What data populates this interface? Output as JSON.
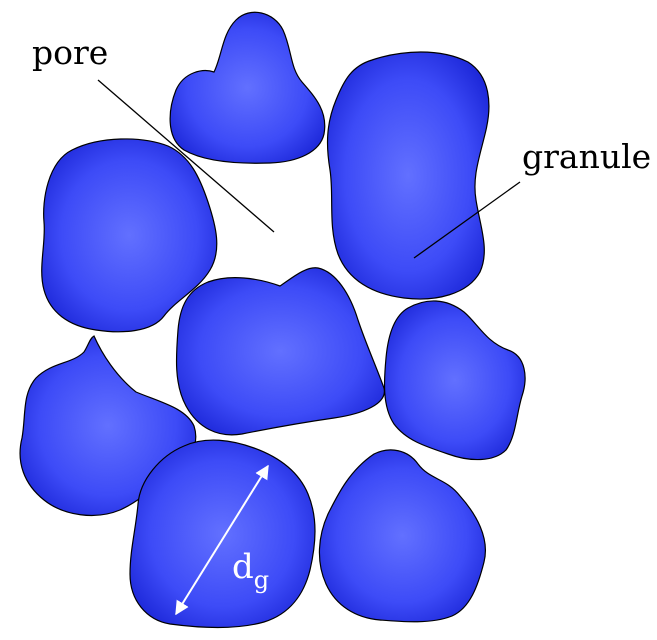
{
  "labels": {
    "pore": "pore",
    "granule": "granule",
    "dg_main": "d",
    "dg_sub": "g"
  },
  "colors": {
    "granule_fill_center": "#5a68ff",
    "granule_fill_edge": "#1f2be6",
    "outline": "#000000",
    "dimension_arrow": "#ffffff"
  }
}
